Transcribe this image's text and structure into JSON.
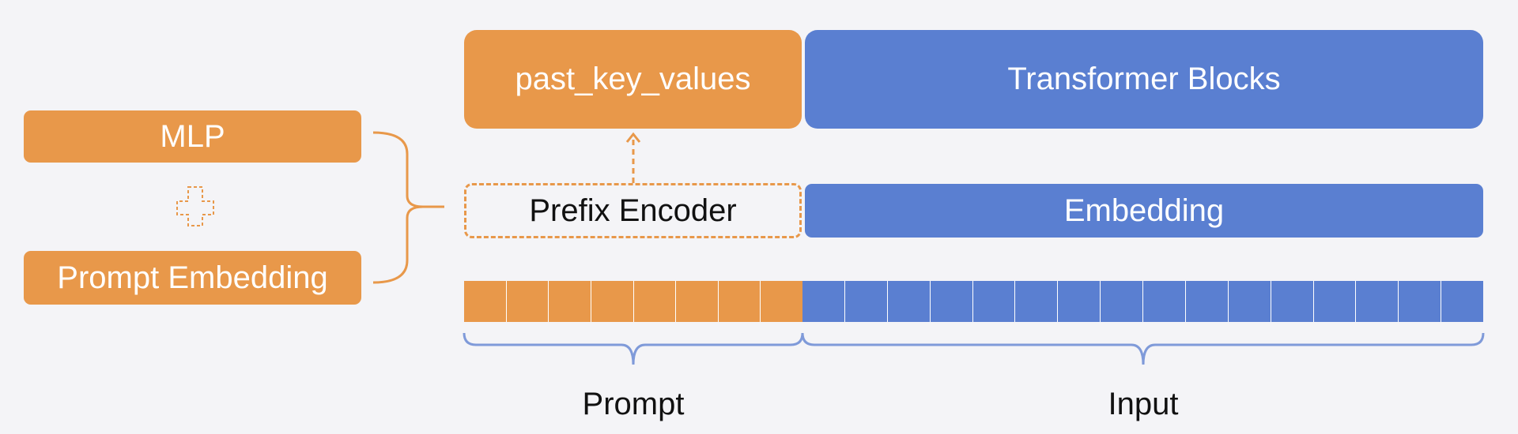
{
  "diagram": {
    "mlp_label": "MLP",
    "prompt_embedding_label": "Prompt Embedding",
    "past_key_values_label": "past_key_values",
    "transformer_blocks_label": "Transformer Blocks",
    "prefix_encoder_label": "Prefix Encoder",
    "embedding_label": "Embedding",
    "prompt_label": "Prompt",
    "input_label": "Input",
    "prompt_token_count": 8,
    "input_token_count": 16
  },
  "colors": {
    "orange": "#e8984a",
    "blue": "#5a7fd1",
    "bracket_blue": "#7f9ad9",
    "background": "#f4f4f7"
  }
}
